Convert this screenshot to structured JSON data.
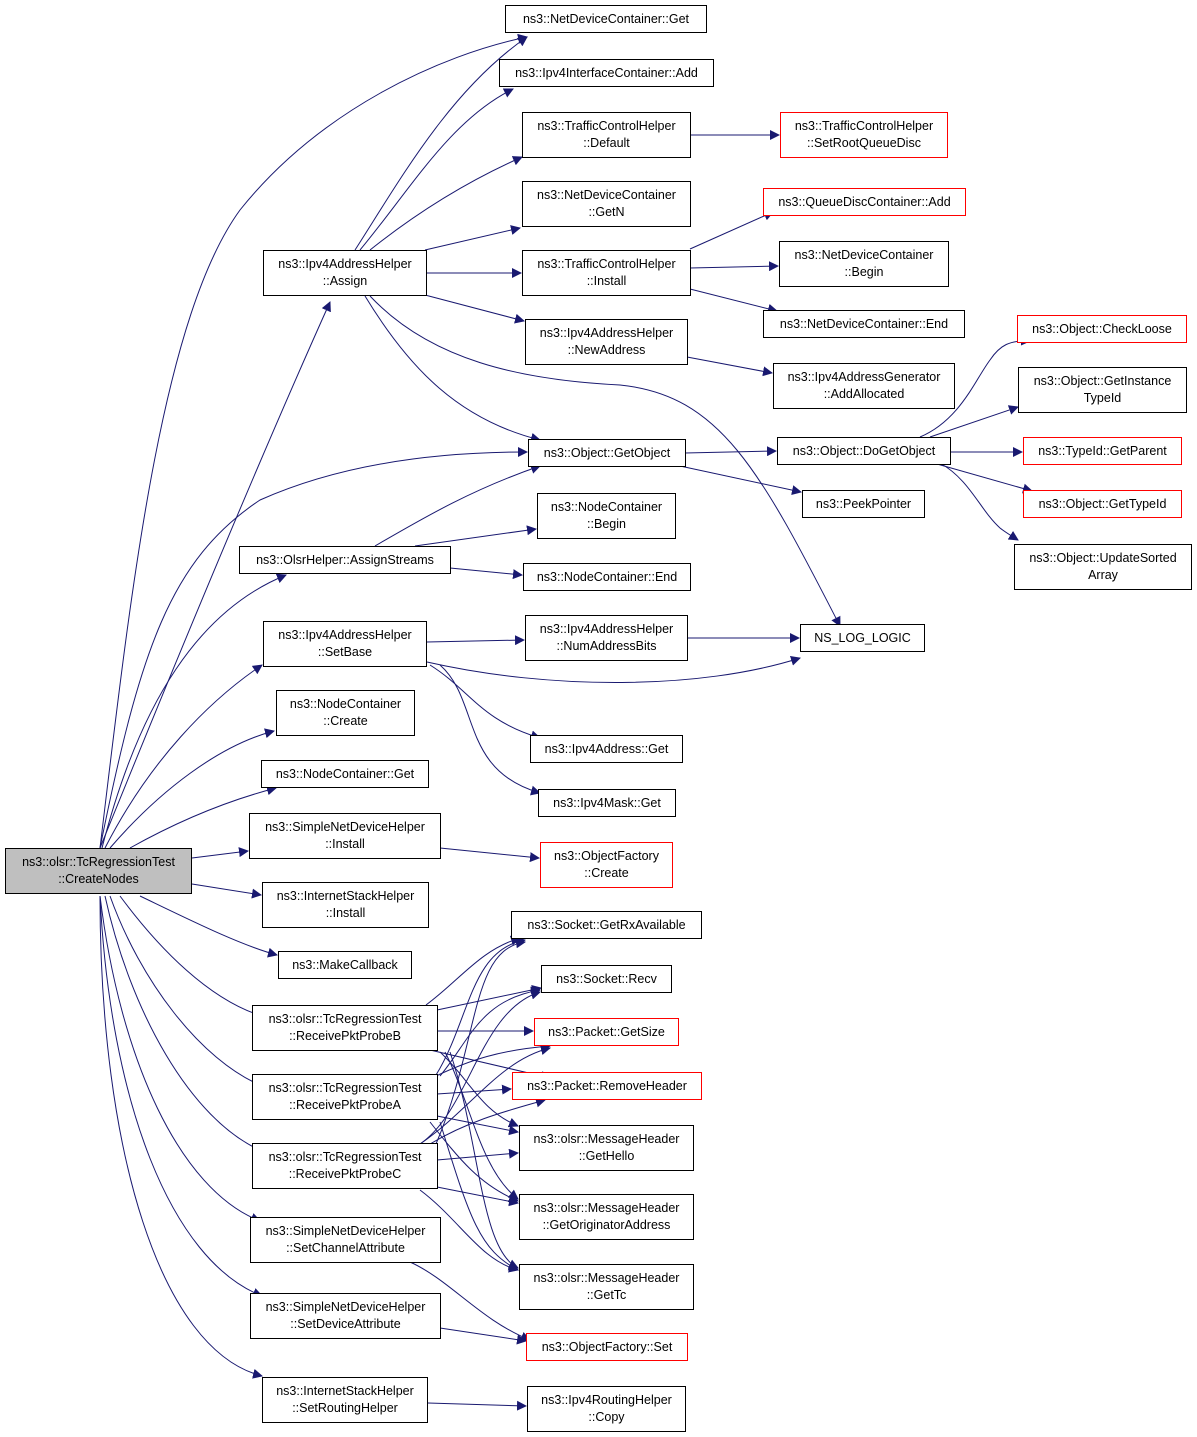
{
  "colors": {
    "edge": "#191970",
    "border": "#000000",
    "truncated": "#ff0000",
    "root_fill": "#bfbfbf"
  },
  "nodes": {
    "root": [
      "ns3::olsr::TcRegressionTest",
      "::CreateNodes"
    ],
    "ipv4_assign": [
      "ns3::Ipv4AddressHelper",
      "::Assign"
    ],
    "olsr_assign_streams": [
      "ns3::OlsrHelper::AssignStreams"
    ],
    "ipv4_setbase": [
      "ns3::Ipv4AddressHelper",
      "::SetBase"
    ],
    "nodecontainer_create": [
      "ns3::NodeContainer",
      "::Create"
    ],
    "nodecontainer_get": [
      "ns3::NodeContainer::Get"
    ],
    "simplenet_install": [
      "ns3::SimpleNetDeviceHelper",
      "::Install"
    ],
    "internetstack_install": [
      "ns3::InternetStackHelper",
      "::Install"
    ],
    "makecallback": [
      "ns3::MakeCallback"
    ],
    "recv_b": [
      "ns3::olsr::TcRegressionTest",
      "::ReceivePktProbeB"
    ],
    "recv_a": [
      "ns3::olsr::TcRegressionTest",
      "::ReceivePktProbeA"
    ],
    "recv_c": [
      "ns3::olsr::TcRegressionTest",
      "::ReceivePktProbeC"
    ],
    "set_channel_attr": [
      "ns3::SimpleNetDeviceHelper",
      "::SetChannelAttribute"
    ],
    "set_device_attr": [
      "ns3::SimpleNetDeviceHelper",
      "::SetDeviceAttribute"
    ],
    "set_routing_helper": [
      "ns3::InternetStackHelper",
      "::SetRoutingHelper"
    ],
    "netdevcontainer_get": [
      "ns3::NetDeviceContainer::Get"
    ],
    "ipv4iface_add": [
      "ns3::Ipv4InterfaceContainer::Add"
    ],
    "tch_default": [
      "ns3::TrafficControlHelper",
      "::Default"
    ],
    "netdevcontainer_getn": [
      "ns3::NetDeviceContainer",
      "::GetN"
    ],
    "tch_install": [
      "ns3::TrafficControlHelper",
      "::Install"
    ],
    "ipv4_newaddress": [
      "ns3::Ipv4AddressHelper",
      "::NewAddress"
    ],
    "object_getobject": [
      "ns3::Object::GetObject"
    ],
    "nodecontainer_begin": [
      "ns3::NodeContainer",
      "::Begin"
    ],
    "nodecontainer_end": [
      "ns3::NodeContainer::End"
    ],
    "ipv4_numaddressbits": [
      "ns3::Ipv4AddressHelper",
      "::NumAddressBits"
    ],
    "ipv4address_get": [
      "ns3::Ipv4Address::Get"
    ],
    "ipv4mask_get": [
      "ns3::Ipv4Mask::Get"
    ],
    "objectfactory_create": [
      "ns3::ObjectFactory",
      "::Create"
    ],
    "socket_getrxavailable": [
      "ns3::Socket::GetRxAvailable"
    ],
    "socket_recv": [
      "ns3::Socket::Recv"
    ],
    "packet_getsize": [
      "ns3::Packet::GetSize"
    ],
    "packet_removeheader": [
      "ns3::Packet::RemoveHeader"
    ],
    "msghdr_gethello": [
      "ns3::olsr::MessageHeader",
      "::GetHello"
    ],
    "msghdr_getoriginator": [
      "ns3::olsr::MessageHeader",
      "::GetOriginatorAddress"
    ],
    "msghdr_gettc": [
      "ns3::olsr::MessageHeader",
      "::GetTc"
    ],
    "objectfactory_set": [
      "ns3::ObjectFactory::Set"
    ],
    "ipv4routing_copy": [
      "ns3::Ipv4RoutingHelper",
      "::Copy"
    ],
    "tch_setrootqueuedisc": [
      "ns3::TrafficControlHelper",
      "::SetRootQueueDisc"
    ],
    "queuedisc_add": [
      "ns3::QueueDiscContainer::Add"
    ],
    "netdevcontainer_begin": [
      "ns3::NetDeviceContainer",
      "::Begin"
    ],
    "netdevcontainer_end": [
      "ns3::NetDeviceContainer::End"
    ],
    "ipv4gen_addallocated": [
      "ns3::Ipv4AddressGenerator",
      "::AddAllocated"
    ],
    "object_dogetobject": [
      "ns3::Object::DoGetObject"
    ],
    "peekpointer": [
      "ns3::PeekPointer"
    ],
    "ns_log_logic": [
      "NS_LOG_LOGIC"
    ],
    "object_checkloose": [
      "ns3::Object::CheckLoose"
    ],
    "object_getinstancetypeid": [
      "ns3::Object::GetInstance",
      "TypeId"
    ],
    "typeid_getparent": [
      "ns3::TypeId::GetParent"
    ],
    "object_gettypeid": [
      "ns3::Object::GetTypeId"
    ],
    "object_updatesortedarray": [
      "ns3::Object::UpdateSorted",
      "Array"
    ]
  }
}
